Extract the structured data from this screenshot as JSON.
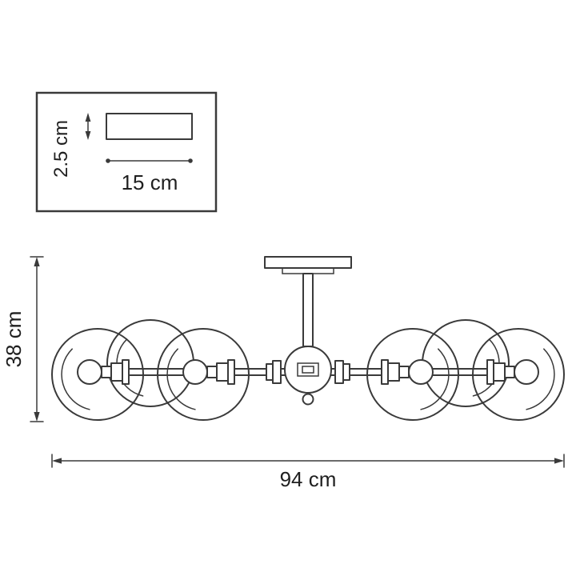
{
  "colors": {
    "line": "#3a3a3a",
    "text": "#1f1f1f",
    "background": "#ffffff"
  },
  "inset_detail": {
    "height_label": "2.5 cm",
    "width_label": "15 cm"
  },
  "overall_dimensions": {
    "height_label": "38 cm",
    "width_label": "94 cm"
  }
}
